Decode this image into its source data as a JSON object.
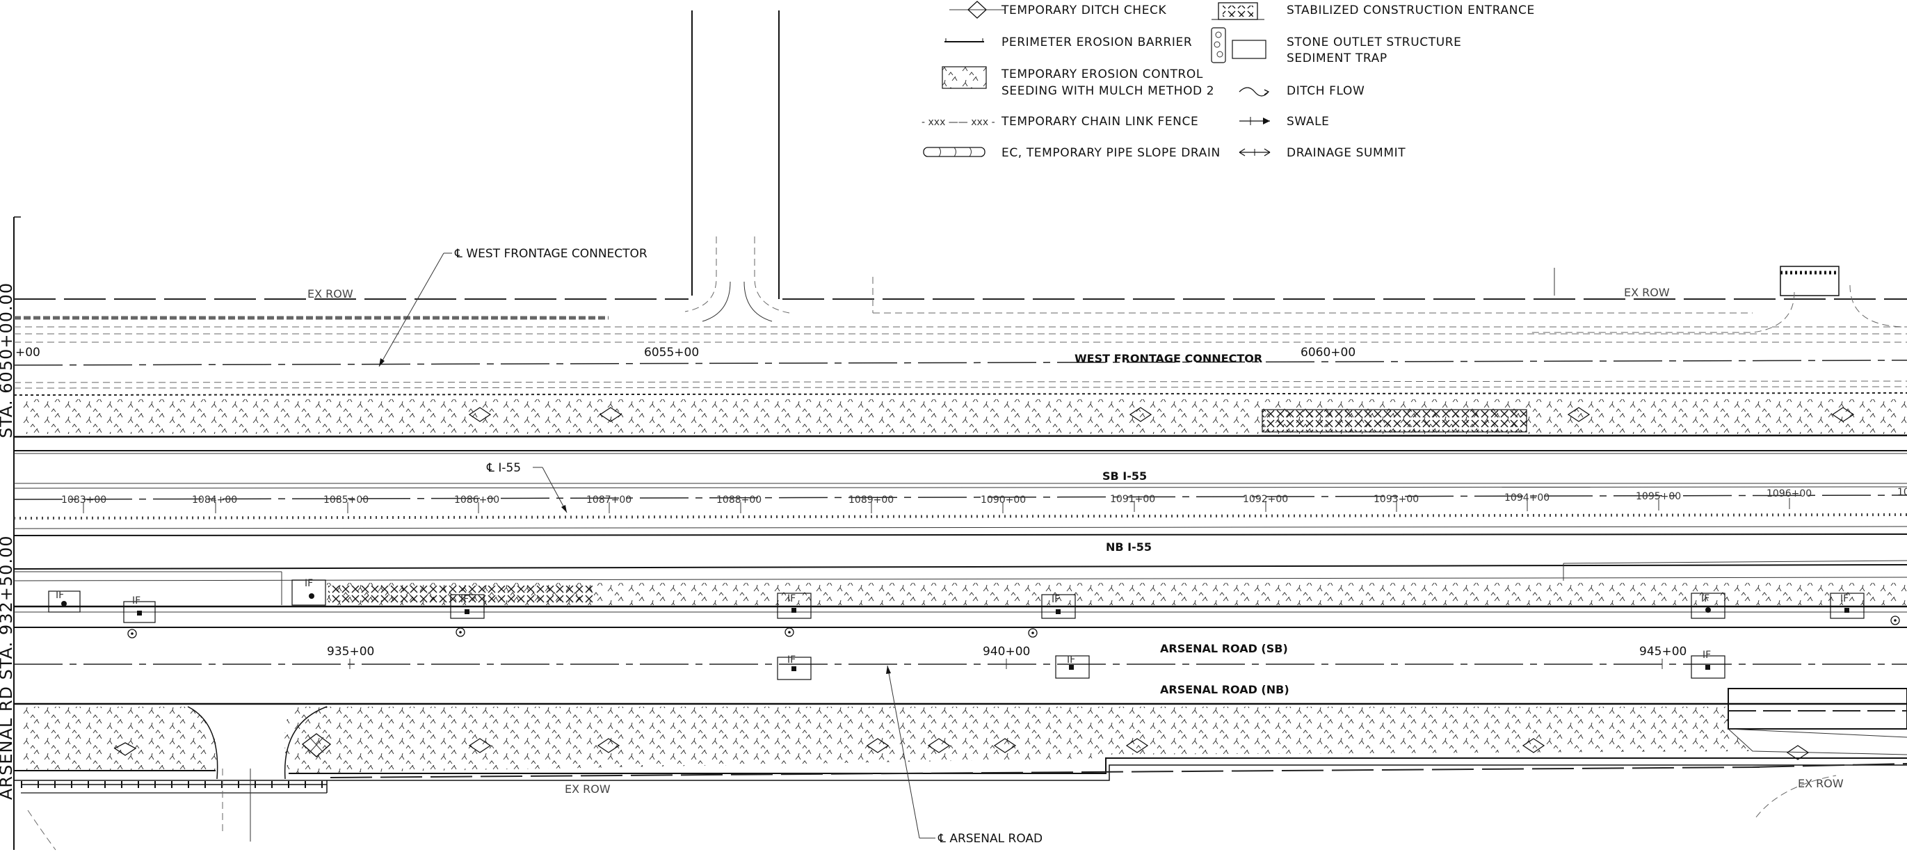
{
  "legend": {
    "left": [
      {
        "symbol": "ditch-check-icon",
        "label": "TEMPORARY DITCH CHECK"
      },
      {
        "symbol": "erosion-barrier-icon",
        "label": "PERIMETER EROSION BARRIER"
      },
      {
        "symbol": "seeding-mulch-icon",
        "label": "TEMPORARY EROSION CONTROL",
        "label2": "SEEDING WITH MULCH METHOD 2"
      },
      {
        "symbol": "chain-link-fence-icon",
        "label": "TEMPORARY CHAIN LINK FENCE",
        "symbol_text": "- xxx —— xxx -"
      },
      {
        "symbol": "pipe-slope-drain-icon",
        "label": "EC, TEMPORARY PIPE SLOPE DRAIN"
      }
    ],
    "right": [
      {
        "symbol": "construction-entrance-icon",
        "label": "STABILIZED CONSTRUCTION ENTRANCE"
      },
      {
        "symbol": "sediment-trap-icon",
        "label": "STONE OUTLET STRUCTURE",
        "label2": "SEDIMENT TRAP"
      },
      {
        "symbol": "ditch-flow-icon",
        "label": "DITCH FLOW"
      },
      {
        "symbol": "swale-icon",
        "label": "SWALE"
      },
      {
        "symbol": "drainage-summit-icon",
        "label": "DRAINAGE SUMMIT"
      }
    ]
  },
  "roads": {
    "west_frontage": "WEST FRONTAGE CONNECTOR",
    "sb_i55": "SB I-55",
    "nb_i55": "NB I-55",
    "arsenal_sb": "ARSENAL ROAD (SB)",
    "arsenal_nb": "ARSENAL ROAD (NB)"
  },
  "centerline_callouts": {
    "west_frontage": "℄ WEST FRONTAGE CONNECTOR",
    "i55": "℄ I-55",
    "arsenal": "℄ ARSENAL ROAD"
  },
  "row_labels": {
    "ex_row_1": "EX ROW",
    "ex_row_2": "EX ROW",
    "ex_row_3": "EX ROW",
    "ex_row_4": "EX ROW"
  },
  "frontage_stations": {
    "partial": "+00",
    "s6055": "6055+00",
    "s6060": "6060+00"
  },
  "i55_stations": [
    "1083+00",
    "1084+00",
    "1085+00",
    "1086+00",
    "1087+00",
    "1088+00",
    "1089+00",
    "1090+00",
    "1091+00",
    "1092+00",
    "1093+00",
    "1094+00",
    "1095+00",
    "1096+00",
    "10"
  ],
  "arsenal_stations": {
    "s935": "935+00",
    "s940": "940+00",
    "s945": "945+00"
  },
  "inlet_filter_label": "IF",
  "side_labels": {
    "top": "STA. 6050+00.00",
    "bottom": "ARSENAL RD STA. 932+50.00"
  }
}
